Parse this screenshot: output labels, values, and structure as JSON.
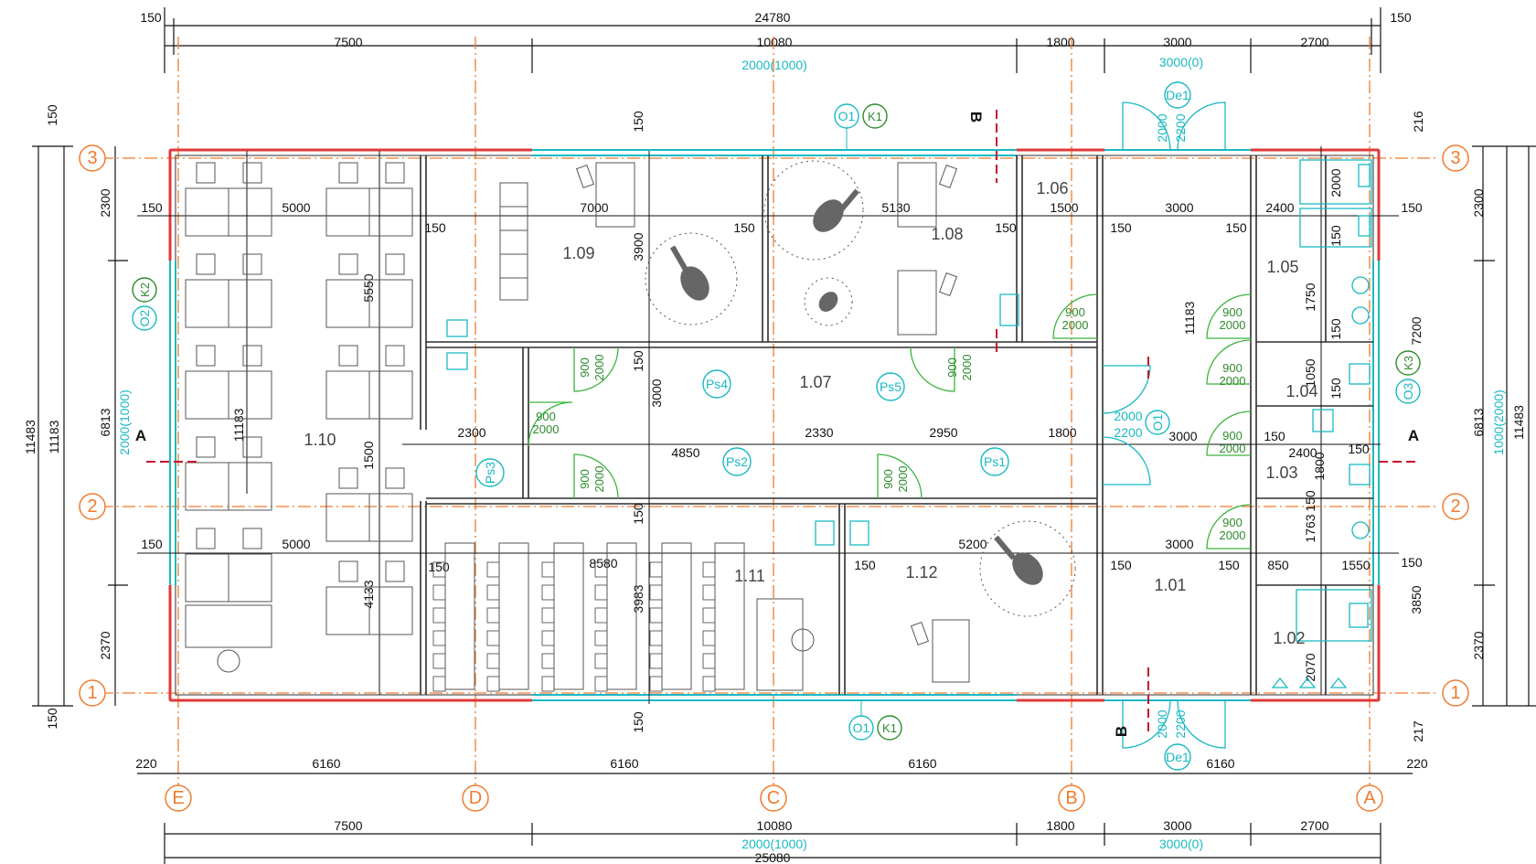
{
  "colors": {
    "wall": "#2f2f2f",
    "outer_wall": "#e03a3a",
    "window": "#19b9c3",
    "axis": "#ef7b2f",
    "door": "#3cb43c",
    "section": "#c8102e",
    "furniture": "#555555"
  },
  "axes": {
    "columns": [
      "E",
      "D",
      "C",
      "B",
      "A"
    ],
    "rows": [
      "3",
      "2",
      "1"
    ]
  },
  "rooms": [
    "1.10",
    "1.09",
    "1.08",
    "1.06",
    "1.05",
    "1.07",
    "1.04",
    "1.03",
    "1.11",
    "1.12",
    "1.01",
    "1.02"
  ],
  "dimensions": {
    "top_total": "24780",
    "top_side": "150",
    "top_spans": [
      "7500",
      "10080",
      "1800",
      "3000",
      "2700"
    ],
    "top_openings": [
      "2000(1000)",
      "3000(0)"
    ],
    "bottom_axes": [
      "6160",
      "6160",
      "6160",
      "6160"
    ],
    "bottom_side": "220",
    "bottom_spans": [
      "7500",
      "10080",
      "1800",
      "3000",
      "2700"
    ],
    "bottom_openings": [
      "2000(1000)",
      "3000(0)"
    ],
    "bottom_total": "25080",
    "left_total": "11483",
    "left_mid": "11183",
    "left_rows": [
      "2300",
      "6813",
      "2370"
    ],
    "left_side": "150",
    "left_opening": "2000(1000)",
    "right_total": "11483",
    "right_rows": [
      "2300",
      "7200",
      "6813",
      "3850",
      "2370"
    ],
    "right_opening": "1000(2000)",
    "right_side_top": "216",
    "right_side_bottom": "217",
    "interior": {
      "r1": [
        "150",
        "5000",
        "150",
        "7000",
        "150",
        "5130",
        "150",
        "1500",
        "150",
        "3000",
        "150",
        "2400",
        "150"
      ],
      "r2": [
        "2300",
        "4850",
        "2330",
        "2950",
        "1800",
        "3000",
        "150",
        "2400",
        "150"
      ],
      "r3": [
        "150",
        "5000",
        "150",
        "8580",
        "150",
        "5200",
        "150",
        "3000",
        "150",
        "850",
        "1550",
        "150"
      ],
      "vert": [
        "3900",
        "5550",
        "3000",
        "1500",
        "11183",
        "3983",
        "4133",
        "11183",
        "1750",
        "150",
        "1050",
        "150",
        "1800",
        "1763",
        "150",
        "2070",
        "2000",
        "150",
        "150",
        "150",
        "150",
        "150"
      ]
    }
  },
  "tags": {
    "windows": [
      "O1",
      "O1",
      "O2",
      "O3"
    ],
    "k_marks": [
      "K1",
      "K1",
      "K2",
      "K3"
    ],
    "doors_ext": [
      "De1",
      "De1"
    ],
    "partitions": [
      "Ps1",
      "Ps2",
      "Ps3",
      "Ps4",
      "Ps5"
    ],
    "door_sizes": [
      "900",
      "2000",
      "2200"
    ]
  },
  "sections": [
    "A",
    "A",
    "B",
    "B"
  ]
}
